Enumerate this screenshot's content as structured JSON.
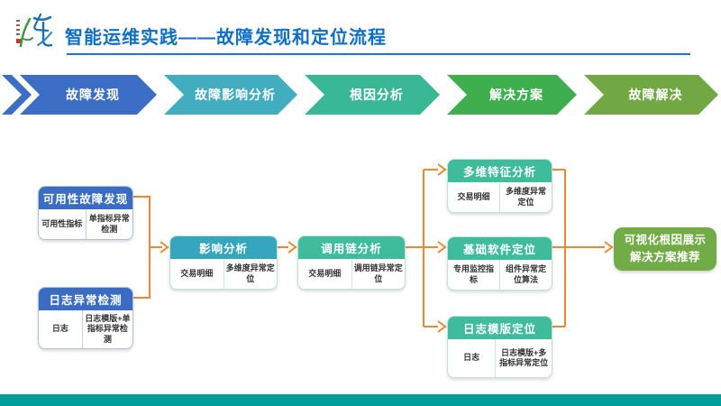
{
  "slide": {
    "title": "智能运维实践——故障发现和定位流程",
    "title_color": "#0d6fc8",
    "underline_color": "#1b76d3"
  },
  "ribbon": {
    "stages": [
      {
        "label": "故障发现",
        "color": "#3c6ec5"
      },
      {
        "label": "故障影响分析",
        "color": "#41adbf"
      },
      {
        "label": "根因分析",
        "color": "#3ab794"
      },
      {
        "label": "解决方案",
        "color": "#3fae4e"
      },
      {
        "label": "故障解决",
        "color": "#72a844"
      }
    ]
  },
  "flow": {
    "connector_color": "#f0862d",
    "boxes": [
      {
        "id": "availability-fault-discovery",
        "title": "可用性故障发现",
        "header_color": "#3a6cc4",
        "cells": [
          "可用性指标",
          "单指标异常检测"
        ]
      },
      {
        "id": "log-anomaly-detection",
        "title": "日志异常检测",
        "header_color": "#3a6cc4",
        "cells": [
          "日志",
          "日志模版+单指标异常检测"
        ]
      },
      {
        "id": "impact-analysis",
        "title": "影响分析",
        "header_color": "#35a6bc",
        "cells": [
          "交易明细",
          "多维度异常定位"
        ]
      },
      {
        "id": "call-chain-analysis",
        "title": "调用链分析",
        "header_color": "#3ebc9b",
        "cells": [
          "交易明细",
          "调用链异常定位"
        ]
      },
      {
        "id": "multidim-feature-analysis",
        "title": "多维特征分析",
        "header_color": "#3ebc9b",
        "cells": [
          "交易明细",
          "多维度异常定位"
        ]
      },
      {
        "id": "base-software-locating",
        "title": "基础软件定位",
        "header_color": "#3ebc9b",
        "cells": [
          "专用监控指标",
          "组件异常定位算法"
        ]
      },
      {
        "id": "log-template-locating",
        "title": "日志模版定位",
        "header_color": "#3ebc9b",
        "cells": [
          "日志",
          "日志模版+多指标异常定位"
        ]
      }
    ],
    "result": {
      "lines": [
        "可视化根因展示",
        "解决方案推荐"
      ],
      "color": "#72ac46"
    }
  },
  "footer": {
    "color": "#009e9b"
  }
}
